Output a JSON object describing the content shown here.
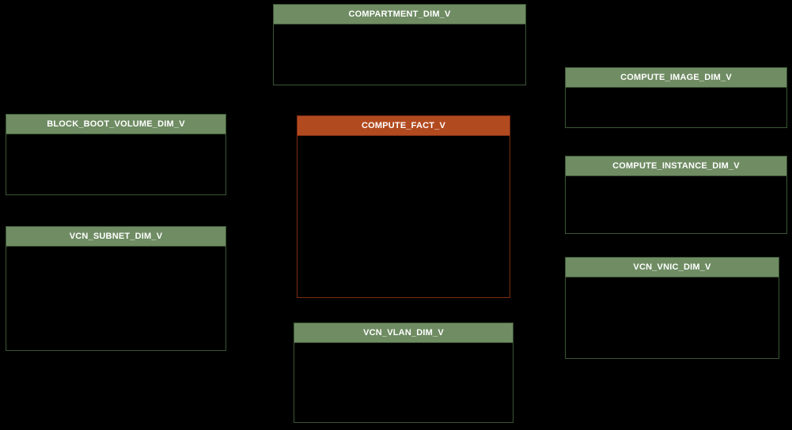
{
  "diagram": {
    "description": "Database schema diagram with one fact view and seven dimension views on a black canvas, no relationship lines visible",
    "background": "#000000",
    "colors": {
      "dimension_header": "#6f8c63",
      "dimension_border": "#3c5535",
      "fact_header": "#b24a1f",
      "fact_border": "#7d2c12",
      "header_text": "#ffffff"
    },
    "tables": [
      {
        "name": "COMPARTMENT_DIM_V",
        "type": "dimension"
      },
      {
        "name": "COMPUTE_IMAGE_DIM_V",
        "type": "dimension"
      },
      {
        "name": "BLOCK_BOOT_VOLUME_DIM_V",
        "type": "dimension"
      },
      {
        "name": "COMPUTE_FACT_V",
        "type": "fact"
      },
      {
        "name": "COMPUTE_INSTANCE_DIM_V",
        "type": "dimension"
      },
      {
        "name": "VCN_SUBNET_DIM_V",
        "type": "dimension"
      },
      {
        "name": "VCN_VNIC_DIM_V",
        "type": "dimension"
      },
      {
        "name": "VCN_VLAN_DIM_V",
        "type": "dimension"
      }
    ]
  }
}
